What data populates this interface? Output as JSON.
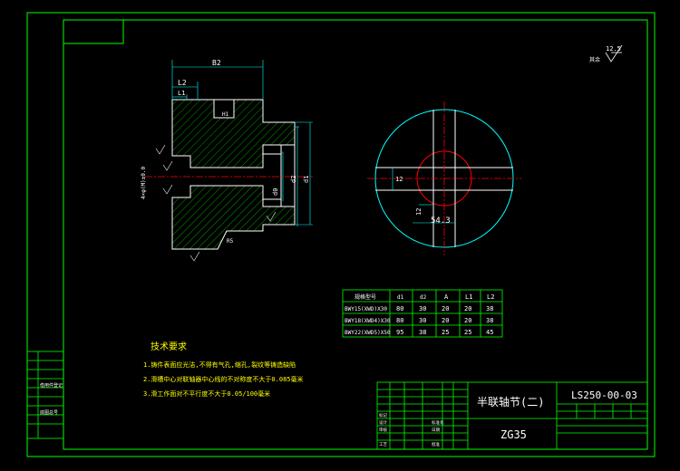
{
  "dimensions": {
    "b2": "B2",
    "l2": "L2",
    "l1": "L1",
    "d1": "d1",
    "d2": "d2",
    "d0": "d0",
    "h": "H1",
    "r": "R5",
    "d_hole": "4×φ(M)±0.0",
    "dim_54": "54.3",
    "dim_12a": "12",
    "dim_12b": "12"
  },
  "surface_finish": {
    "value": "12.5",
    "label": "其余"
  },
  "table": {
    "headers": [
      "规格型号",
      "d1",
      "d2",
      "A",
      "L1",
      "L2"
    ],
    "rows": [
      [
        "BWY15(XWD)X30",
        "80",
        "30",
        "20",
        "20",
        "38"
      ],
      [
        "BWY18(XWD4)X30",
        "80",
        "30",
        "20",
        "20",
        "38"
      ],
      [
        "BWY22(XWD5)X50",
        "95",
        "38",
        "25",
        "25",
        "45"
      ]
    ]
  },
  "tech": {
    "title": "技术要求",
    "items": [
      "1.铸件表面应光洁,不得有气孔,缩孔,裂纹等铸造缺陷",
      "2.滑槽中心对联轴器中心线的不对称度不大于0.085毫米",
      "3.滑工作面对不平行度不大于0.05/100毫米"
    ]
  },
  "title_block": {
    "part_name": "半联轴节(二)",
    "drawing_no": "LS250-00-03",
    "material": "ZG35",
    "rows_left": [
      "标记",
      "设计",
      "审核",
      "工艺"
    ],
    "rows_mid": [
      "标准化",
      "日期",
      "批准"
    ]
  },
  "side_block": {
    "labels": [
      "借用件登记",
      "底图总号"
    ]
  }
}
